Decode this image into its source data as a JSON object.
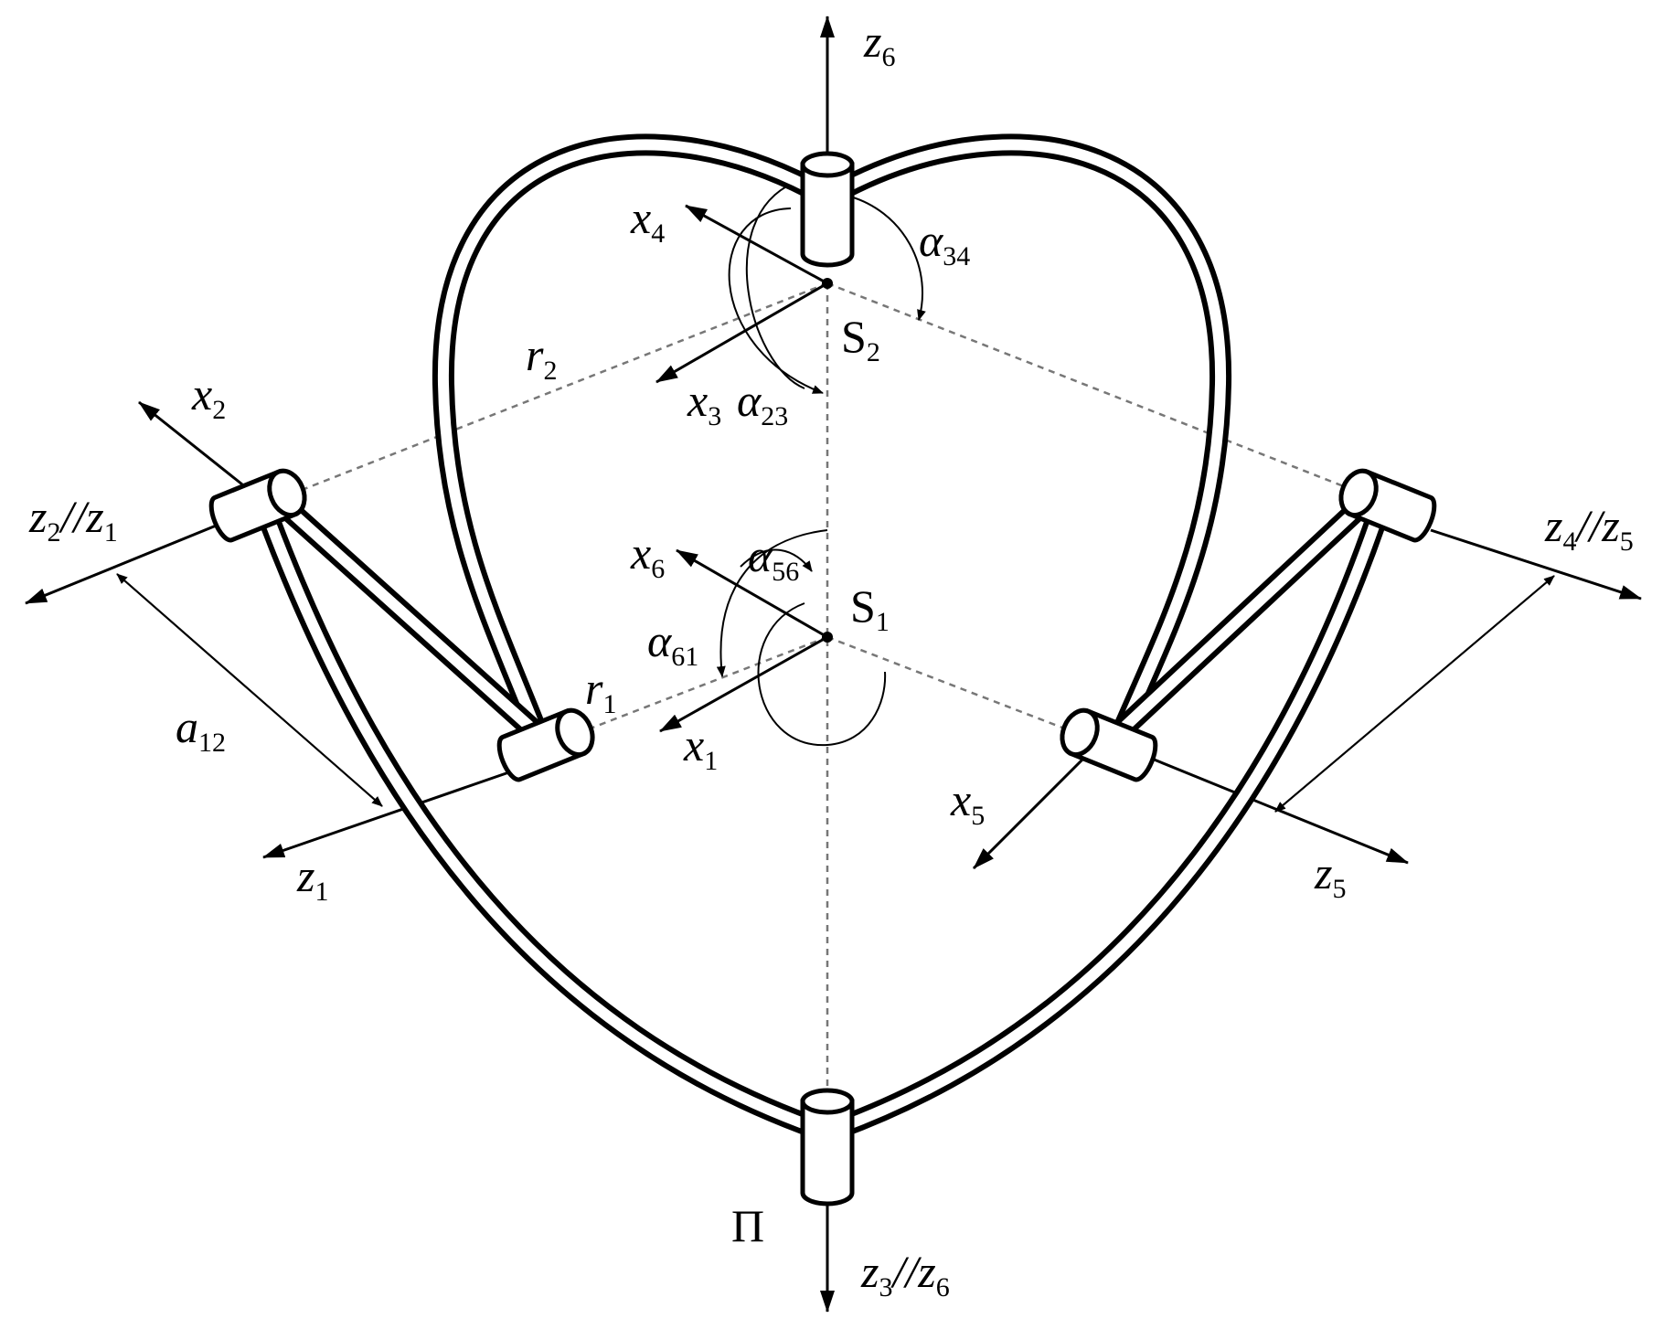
{
  "labels": {
    "z6_top": {
      "base": "z",
      "sub": "6"
    },
    "x4": {
      "base": "x",
      "sub": "4"
    },
    "alpha34": {
      "base": "α",
      "sub": "34"
    },
    "S2": {
      "base": "S",
      "sub": "2"
    },
    "r2": {
      "base": "r",
      "sub": "2"
    },
    "x2": {
      "base": "x",
      "sub": "2"
    },
    "x3": {
      "base": "x",
      "sub": "3"
    },
    "alpha23": {
      "base": "α",
      "sub": "23"
    },
    "z2z1": {
      "base1": "z",
      "sub1": "2",
      "sep": "//",
      "base2": "z",
      "sub2": "1"
    },
    "x6": {
      "base": "x",
      "sub": "6"
    },
    "alpha56": {
      "base": "α",
      "sub": "56"
    },
    "S1": {
      "base": "S",
      "sub": "1"
    },
    "alpha61": {
      "base": "α",
      "sub": "61"
    },
    "a12": {
      "base": "a",
      "sub": "12"
    },
    "r1": {
      "base": "r",
      "sub": "1"
    },
    "x1": {
      "base": "x",
      "sub": "1"
    },
    "z1": {
      "base": "z",
      "sub": "1"
    },
    "z4z5": {
      "base1": "z",
      "sub1": "4",
      "sep": "//",
      "base2": "z",
      "sub2": "5"
    },
    "x5": {
      "base": "x",
      "sub": "5"
    },
    "z5": {
      "base": "z",
      "sub": "5"
    },
    "pi": "Π",
    "z3z6": {
      "base1": "z",
      "sub1": "3",
      "sep": "//",
      "base2": "z",
      "sub2": "6"
    }
  }
}
